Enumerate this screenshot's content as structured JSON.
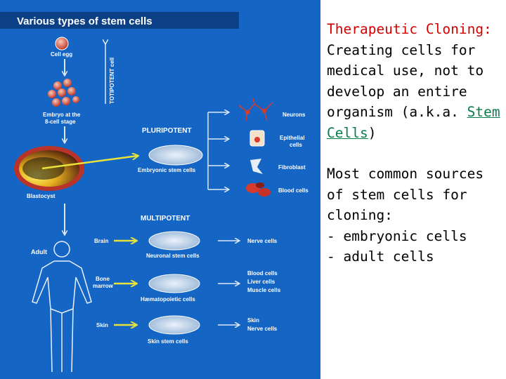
{
  "figure": {
    "title": "Various types of stem cells",
    "labels": {
      "cell_egg": "Cell egg",
      "totipotent": "TOTIPOTENT cell",
      "embryo_line1": "Embryo at the",
      "embryo_line2": "8-cell stage",
      "pluripotent": "PLURIPOTENT",
      "embryonic_stem_cells": "Embryonic stem cells",
      "blastocyst": "Blastocyst",
      "multipotent": "MULTIPOTENT",
      "adult": "Adult",
      "brain": "Brain",
      "neuronal_stem_cells": "Neuronal stem cells",
      "bone_marrow_line1": "Bone",
      "bone_marrow_line2": "marrow",
      "haematopoietic_cells": "Hæmatopoietic cells",
      "skin": "Skin",
      "skin_stem_cells": "Skin stem cells"
    },
    "outputs": {
      "neurons": "Neurons",
      "epithelial_line1": "Epithelial",
      "epithelial_line2": "cells",
      "fibroblast": "Fibroblast",
      "blood_cells": "Blood cells",
      "nerve_cells": "Nerve cells",
      "marrow_blood": "Blood cells",
      "marrow_liver": "Liver cells",
      "marrow_muscle": "Muscle cells",
      "skin_out": "Skin",
      "skin_nerve": "Nerve cells"
    },
    "colors": {
      "background": "#1565c5",
      "title_bar": "#0b3f86",
      "arrow_yellow": "#e8e23a",
      "arrow_white": "#dfe8f5",
      "cell_red": "#d63a2a"
    }
  },
  "side_text": {
    "therapeutic_heading": "Therapeutic Cloning:",
    "therapeutic_body": "Creating cells for medical use, not to develop an entire organism (a.k.a.",
    "stem_cells_link": "Stem Cells",
    "closing_paren": ")",
    "sources_heading": "Most common sources of stem cells for cloning:",
    "source_items": [
      "- embryonic cells",
      "- adult cells"
    ]
  }
}
